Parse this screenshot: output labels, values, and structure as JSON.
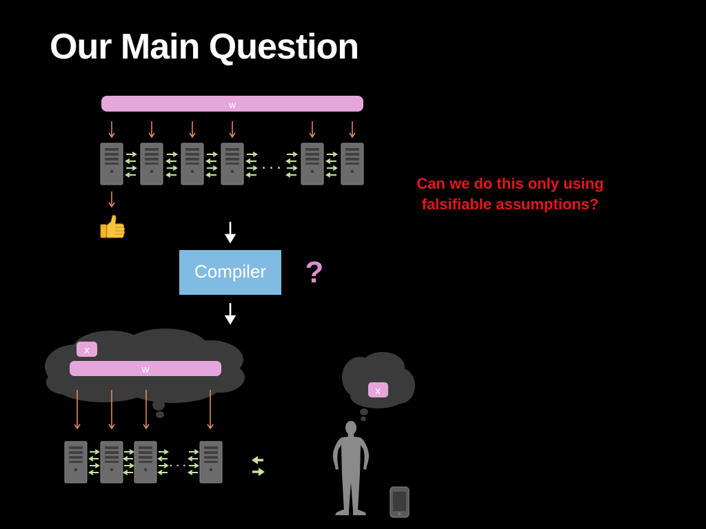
{
  "slide": {
    "title": "Our Main Question",
    "question": "Can we do this only using falsifiable assumptions?"
  },
  "diagram": {
    "top_bar_label": "w",
    "compiler_label": "Compiler",
    "question_mark": "?",
    "cloud_x_label": "x",
    "cloud_w_label": "w",
    "person_thought_label": "x",
    "thumbs_up_icon": "thumbs-up-icon",
    "ellipsis": "· · ·"
  },
  "colors": {
    "background": "#000000",
    "title": "#ffffff",
    "question": "#e8161b",
    "bar": "#e5a6dc",
    "compiler_box": "#7fbbe3",
    "question_mark": "#d98fd0",
    "down_arrow": "#e08a5e",
    "server_arrow": "#c8e39e",
    "server": "#6b6b6b",
    "cloud": "#3b3b3b"
  }
}
